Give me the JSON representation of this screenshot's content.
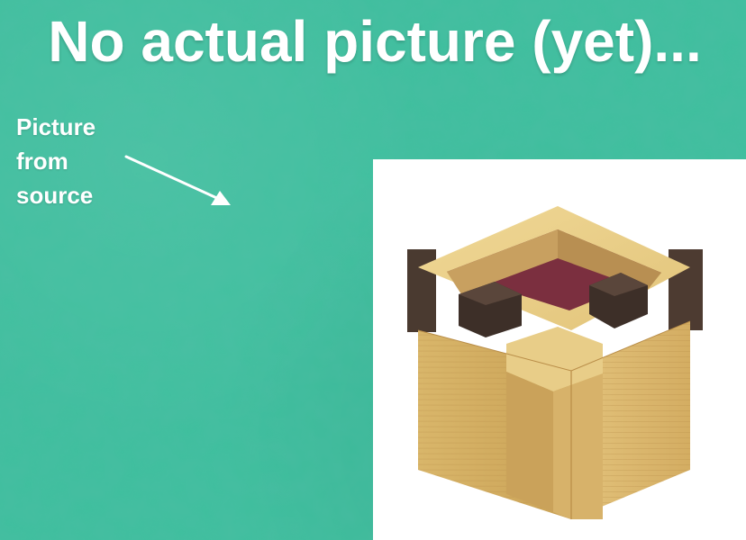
{
  "headline": "No actual picture (yet)...",
  "annotation": {
    "line1": "Picture",
    "line2": "from",
    "line3": "source"
  },
  "colors": {
    "felt": "#3fbf9e",
    "text": "#ffffff"
  },
  "photo": {
    "subject": "wooden-cube-puzzle"
  }
}
